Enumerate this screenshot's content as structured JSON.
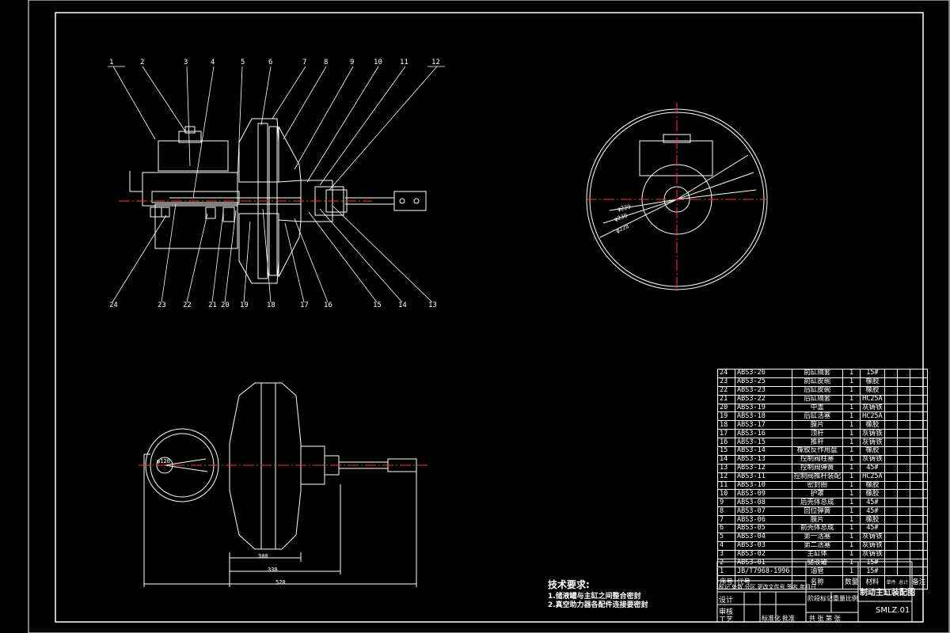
{
  "leaders": {
    "top": [
      "1",
      "2",
      "3",
      "4",
      "5",
      "6",
      "7",
      "8",
      "9",
      "10",
      "11",
      "12"
    ],
    "bottom": [
      "24",
      "23",
      "22",
      "21",
      "20",
      "19",
      "18",
      "17",
      "16",
      "15",
      "14",
      "13"
    ]
  },
  "dims": {
    "front_view": [
      "φ229",
      "φ230",
      "φ228"
    ],
    "side_width": "300",
    "side_length_1": "330",
    "side_length_2": "520",
    "side_small": "φ120"
  },
  "bom": [
    {
      "no": "24",
      "code": "ABS3-26",
      "name": "前缸隔套",
      "qty": "1",
      "mat": "15#"
    },
    {
      "no": "23",
      "code": "ABS3-25",
      "name": "前缸皮碗",
      "qty": "1",
      "mat": "橡胶"
    },
    {
      "no": "22",
      "code": "ABS3-23",
      "name": "后缸皮碗",
      "qty": "1",
      "mat": "橡胶"
    },
    {
      "no": "21",
      "code": "ABS3-22",
      "name": "后缸隔套",
      "qty": "1",
      "mat": "HC25A"
    },
    {
      "no": "20",
      "code": "ABS3-19",
      "name": "中盖",
      "qty": "1",
      "mat": "灰铸铁"
    },
    {
      "no": "19",
      "code": "ABS3-18",
      "name": "后缸活塞",
      "qty": "1",
      "mat": "HC25A"
    },
    {
      "no": "18",
      "code": "ABS3-17",
      "name": "膜片",
      "qty": "1",
      "mat": "橡胶"
    },
    {
      "no": "17",
      "code": "ABS3-16",
      "name": "顶杆",
      "qty": "1",
      "mat": "灰铸铁"
    },
    {
      "no": "16",
      "code": "ABS3-15",
      "name": "推杆",
      "qty": "1",
      "mat": "灰铸铁"
    },
    {
      "no": "15",
      "code": "ABS3-14",
      "name": "橡胶反作用盘",
      "qty": "1",
      "mat": "橡胶"
    },
    {
      "no": "14",
      "code": "ABS3-13",
      "name": "控制阀柱塞",
      "qty": "1",
      "mat": "灰铸铁"
    },
    {
      "no": "13",
      "code": "ABS3-12",
      "name": "控制阀弹簧",
      "qty": "1",
      "mat": "45#"
    },
    {
      "no": "12",
      "code": "ABS3-11",
      "name": "控制阀推杆装配",
      "qty": "1",
      "mat": "HC25A"
    },
    {
      "no": "11",
      "code": "ABS3-10",
      "name": "密封圈",
      "qty": "1",
      "mat": "橡胶"
    },
    {
      "no": "10",
      "code": "ABS3-09",
      "name": "护罩",
      "qty": "1",
      "mat": "橡胶"
    },
    {
      "no": "9",
      "code": "ABS3-08",
      "name": "后壳体总成",
      "qty": "1",
      "mat": "45#"
    },
    {
      "no": "8",
      "code": "ABS3-07",
      "name": "回位弹簧",
      "qty": "1",
      "mat": "45#"
    },
    {
      "no": "7",
      "code": "ABS3-06",
      "name": "膜片",
      "qty": "1",
      "mat": "橡胶"
    },
    {
      "no": "6",
      "code": "ABS3-05",
      "name": "前壳体总成",
      "qty": "1",
      "mat": "45#"
    },
    {
      "no": "5",
      "code": "ABS3-04",
      "name": "第一活塞",
      "qty": "1",
      "mat": "灰铸铁"
    },
    {
      "no": "4",
      "code": "ABS3-03",
      "name": "第二活塞",
      "qty": "1",
      "mat": "灰铸铁"
    },
    {
      "no": "3",
      "code": "ABS3-02",
      "name": "主缸体",
      "qty": "1",
      "mat": "灰铸铁"
    },
    {
      "no": "2",
      "code": "ABS3-01",
      "name": "储液罐",
      "qty": "1",
      "mat": "15#"
    },
    {
      "no": "1",
      "code": "JB/T7968-1996",
      "name": "油管",
      "qty": "1",
      "mat": "15#"
    }
  ],
  "bom_header": {
    "no": "序号",
    "code": "代号",
    "name": "名称",
    "qty": "数量",
    "mat": "材料",
    "weight": "单件 总计",
    "weight2": "重量",
    "note": "备注"
  },
  "title_block": {
    "drawing_title": "制动主缸装配图",
    "drawing_no": "SMLZ.01",
    "designer": "设计",
    "checker": "审核",
    "process": "工艺",
    "standard": "标准化",
    "approve": "批准",
    "revision_row": "标记 处数 分区 更改文件号 签名 年月日",
    "stage": "阶段标记",
    "weight": "重量",
    "scale": "比例",
    "sheets": "共 张 第 张"
  },
  "requirements": {
    "heading": "技术要求:",
    "lines": [
      "1.储液罐与主缸之间整合密封",
      "2.真空助力器各配件连接要密封"
    ]
  }
}
